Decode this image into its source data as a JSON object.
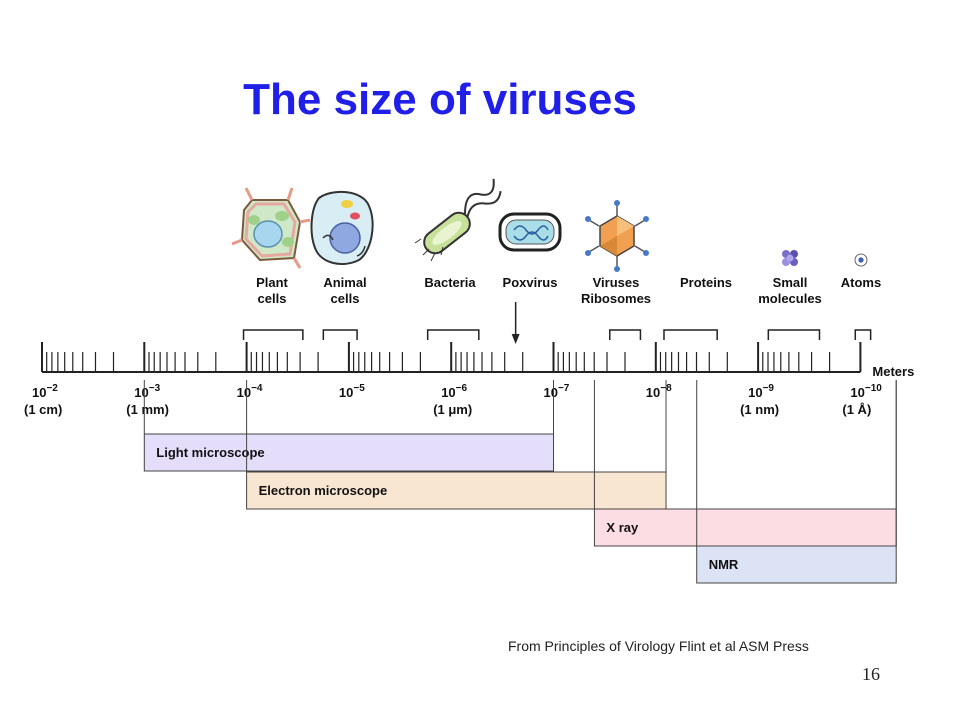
{
  "title": "The size of viruses",
  "credit": "From Principles of Virology Flint et al ASM Press",
  "page_number": "16",
  "axis": {
    "unit_label": "Meters",
    "decades": [
      {
        "mantissa": "10",
        "exponent": "−2",
        "sub": "(1 cm)"
      },
      {
        "mantissa": "10",
        "exponent": "−3",
        "sub": "(1 mm)"
      },
      {
        "mantissa": "10",
        "exponent": "−4",
        "sub": ""
      },
      {
        "mantissa": "10",
        "exponent": "−5",
        "sub": ""
      },
      {
        "mantissa": "10",
        "exponent": "−6",
        "sub": "(1 μm)"
      },
      {
        "mantissa": "10",
        "exponent": "−7",
        "sub": ""
      },
      {
        "mantissa": "10",
        "exponent": "−8",
        "sub": ""
      },
      {
        "mantissa": "10",
        "exponent": "−9",
        "sub": "(1 nm)"
      },
      {
        "mantissa": "10",
        "exponent": "−10",
        "sub": "(1 Å)"
      }
    ]
  },
  "objects": [
    {
      "label": [
        "Plant",
        "cells"
      ],
      "icon": "plant-cell-icon",
      "range_exp": [
        -3.97,
        -4.55
      ]
    },
    {
      "label": [
        "Animal",
        "cells"
      ],
      "icon": "animal-cell-icon",
      "range_exp": [
        -4.75,
        -5.08
      ]
    },
    {
      "label": [
        "Bacteria"
      ],
      "icon": "bacterium-icon",
      "range_exp": [
        -5.77,
        -6.27
      ]
    },
    {
      "label": [
        "Poxvirus"
      ],
      "icon": "poxvirus-icon",
      "pointer_exp": -6.63
    },
    {
      "label": [
        "Viruses",
        "Ribosomes"
      ],
      "icon": "virus-icon",
      "range_exp": [
        -7.55,
        -7.85
      ]
    },
    {
      "label": [
        "Proteins"
      ],
      "icon": "",
      "range_exp": [
        -8.08,
        -8.6
      ]
    },
    {
      "label": [
        "Small",
        "molecules"
      ],
      "icon": "small-molecule-icon",
      "range_exp": [
        -9.1,
        -9.6
      ]
    },
    {
      "label": [
        "Atoms"
      ],
      "icon": "atom-icon",
      "range_exp": [
        -9.95,
        -10.1
      ]
    }
  ],
  "methods": [
    {
      "label": "Light microscope",
      "range_exp": [
        -3,
        -7
      ],
      "color": "#e4defa"
    },
    {
      "label": "Electron microscope",
      "range_exp": [
        -4,
        -8.1
      ],
      "color": "#f9e6d2"
    },
    {
      "label": "X ray",
      "range_exp": [
        -7.4,
        -10.35
      ],
      "color": "#fcdde3"
    },
    {
      "label": "NMR",
      "range_exp": [
        -8.4,
        -10.35
      ],
      "color": "#dbe3f5"
    }
  ]
}
